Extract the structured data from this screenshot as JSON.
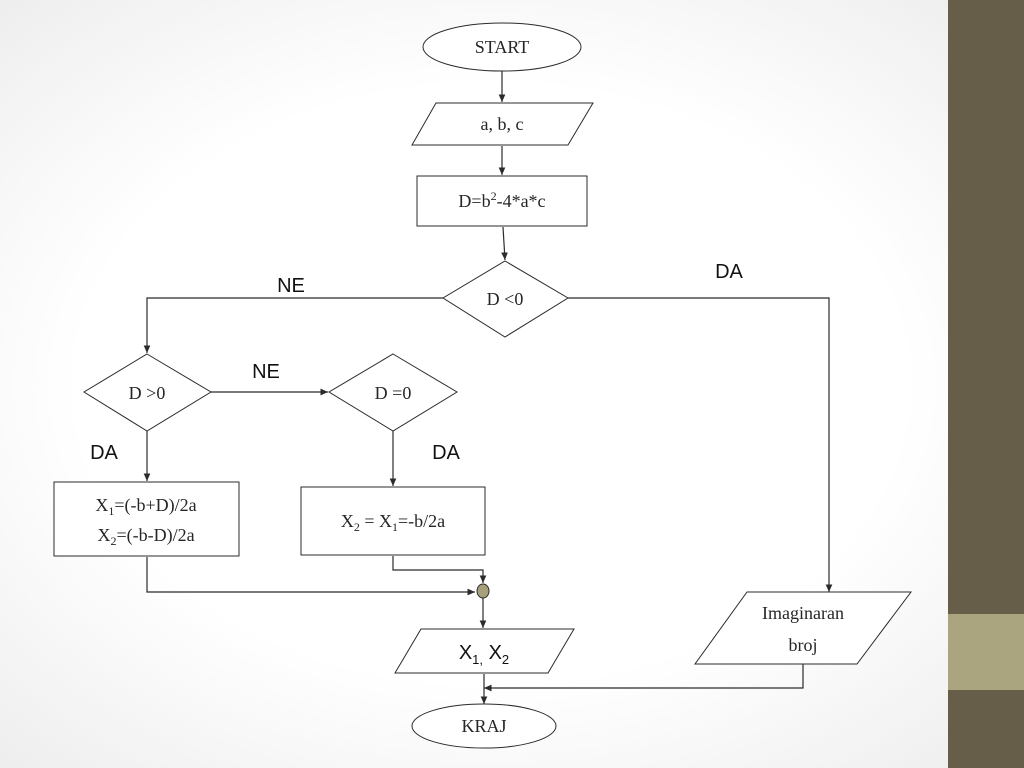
{
  "colors": {
    "sidebar_dark": "#665e48",
    "sidebar_light": "#aba57f",
    "junction_fill": "#a8a07a"
  },
  "nodes": {
    "start": "START",
    "input": "a, b, c",
    "discriminant": {
      "main": "D=b",
      "sup": "2",
      "rest": "-4*a*c"
    },
    "decision_lt": "D <0",
    "decision_gt": "D >0",
    "decision_eq": "D =0",
    "roots_two": {
      "line1": {
        "a": "X",
        "a_sub": "1",
        "b": "=(-b+D)/2a"
      },
      "line2": {
        "a": "X",
        "a_sub": "2",
        "b": "=(-b-D)/2a"
      }
    },
    "roots_equal": {
      "a": "X",
      "a_sub": "2",
      "b": " = X",
      "b_sub": "1",
      "c": "=-b/2a"
    },
    "imaginary": {
      "line1": "Imaginaran",
      "line2": "broj"
    },
    "output": {
      "a": "X",
      "a_sub": "1,",
      "b": " X",
      "b_sub": "2"
    },
    "end": "KRAJ"
  },
  "edge_labels": {
    "lt_yes": "DA",
    "lt_no": "NE",
    "gt_no": "NE",
    "gt_yes": "DA",
    "eq_yes": "DA"
  }
}
